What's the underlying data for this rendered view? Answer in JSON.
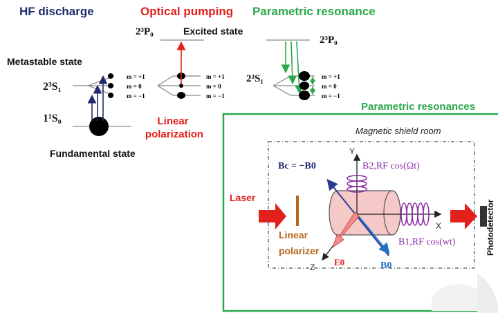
{
  "headers": {
    "hf_discharge": "HF discharge",
    "optical_pumping": "Optical pumping",
    "parametric_resonance": "Parametric resonance"
  },
  "panel1": {
    "metastable_label": "Metastable state",
    "level_2s1": "2³S₁",
    "level_1s0": "1¹S₀",
    "fundamental_label": "Fundamental state",
    "m_labels": [
      "m = +1",
      "m = 0",
      "m = −1"
    ]
  },
  "panel2": {
    "level_2p0": "2³P₀",
    "excited_label": "Excited state",
    "m_labels": [
      "m = +1",
      "m = 0",
      "m = −1"
    ],
    "linear_label": "Linear",
    "polarization_label": "polarization"
  },
  "panel3": {
    "level_2p0": "2³P₀",
    "level_2s1": "2³S₁",
    "m_labels": [
      "m = +1",
      "m = 0",
      "m = −1"
    ]
  },
  "box": {
    "title": "Parametric resonances",
    "shield_label": "Magnetic shield room",
    "laser_label": "Laser",
    "linear_label": "Linear",
    "polarizer_label": "polarizer",
    "photodetector_label": "Photodetector",
    "axis_x": "X",
    "axis_y": "Y",
    "axis_z": "Z",
    "bc_label": "Bc = −B0",
    "b2_label": "B2,RF cos(Ωt)",
    "b1_label": "B1,RF cos(wt)",
    "e0_label": "E0",
    "b0_label": "B0"
  },
  "colors": {
    "navy": "#1f2a6d",
    "red": "#e3201b",
    "green": "#2aa84a",
    "purple": "#8e2fa8",
    "brown": "#b8651e",
    "blue": "#1f73c4",
    "cell_pink": "#f6c9c9"
  }
}
